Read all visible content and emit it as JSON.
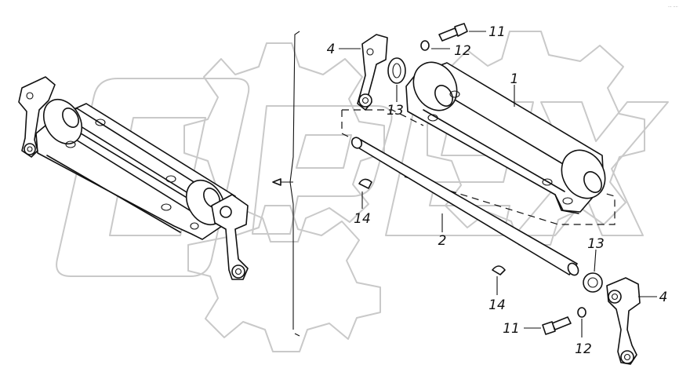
{
  "corner_mark": "··· ····",
  "watermark": {
    "text": "OPEX"
  },
  "callouts": {
    "c1": "1",
    "c2": "2",
    "c4a": "4",
    "c4b": "4",
    "c11a": "11",
    "c11b": "11",
    "c12a": "12",
    "c12b": "12",
    "c13a": "13",
    "c13b": "13",
    "c14a": "14",
    "c14b": "14"
  }
}
